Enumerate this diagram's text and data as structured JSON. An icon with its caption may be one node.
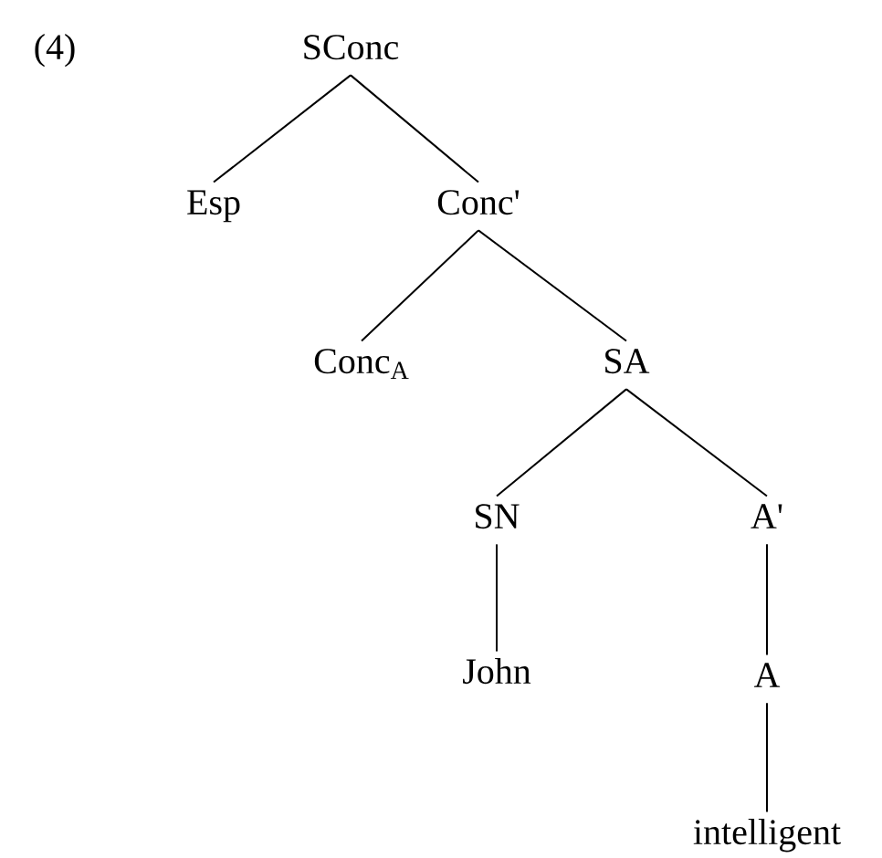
{
  "diagram": {
    "nodes": [
      {
        "text": [
          "SConc"
        ]
      },
      {
        "text": [
          "Esp"
        ]
      },
      {
        "text": [
          "Conc'"
        ]
      },
      {
        "text": [
          "Conc$_{A}$"
        ]
      },
      {
        "text": [
          "SA"
        ]
      },
      {
        "text": [
          "SN"
        ]
      },
      {
        "text": [
          "A'"
        ]
      },
      {
        "text": [
          "John"
        ]
      },
      {
        "text": [
          "A"
        ]
      },
      {
        "text": [
          "intelligent"
        ]
      }
    ],
    "edges": [
      {
        "from": 0,
        "to": 1,
        "arrow": "none"
      },
      {
        "from": 0,
        "to": 2,
        "arrow": "none"
      },
      {
        "from": 2,
        "to": 3,
        "arrow": "none"
      },
      {
        "from": 2,
        "to": 4,
        "arrow": "none"
      },
      {
        "from": 4,
        "to": 5,
        "arrow": "none"
      },
      {
        "from": 4,
        "to": 6,
        "arrow": "none"
      },
      {
        "from": 5,
        "to": 7,
        "arrow": "none"
      },
      {
        "from": 6,
        "to": 8,
        "arrow": "none"
      },
      {
        "from": 8,
        "to": 9,
        "arrow": "none"
      }
    ],
    "labels": [
      "(4)"
    ]
  }
}
